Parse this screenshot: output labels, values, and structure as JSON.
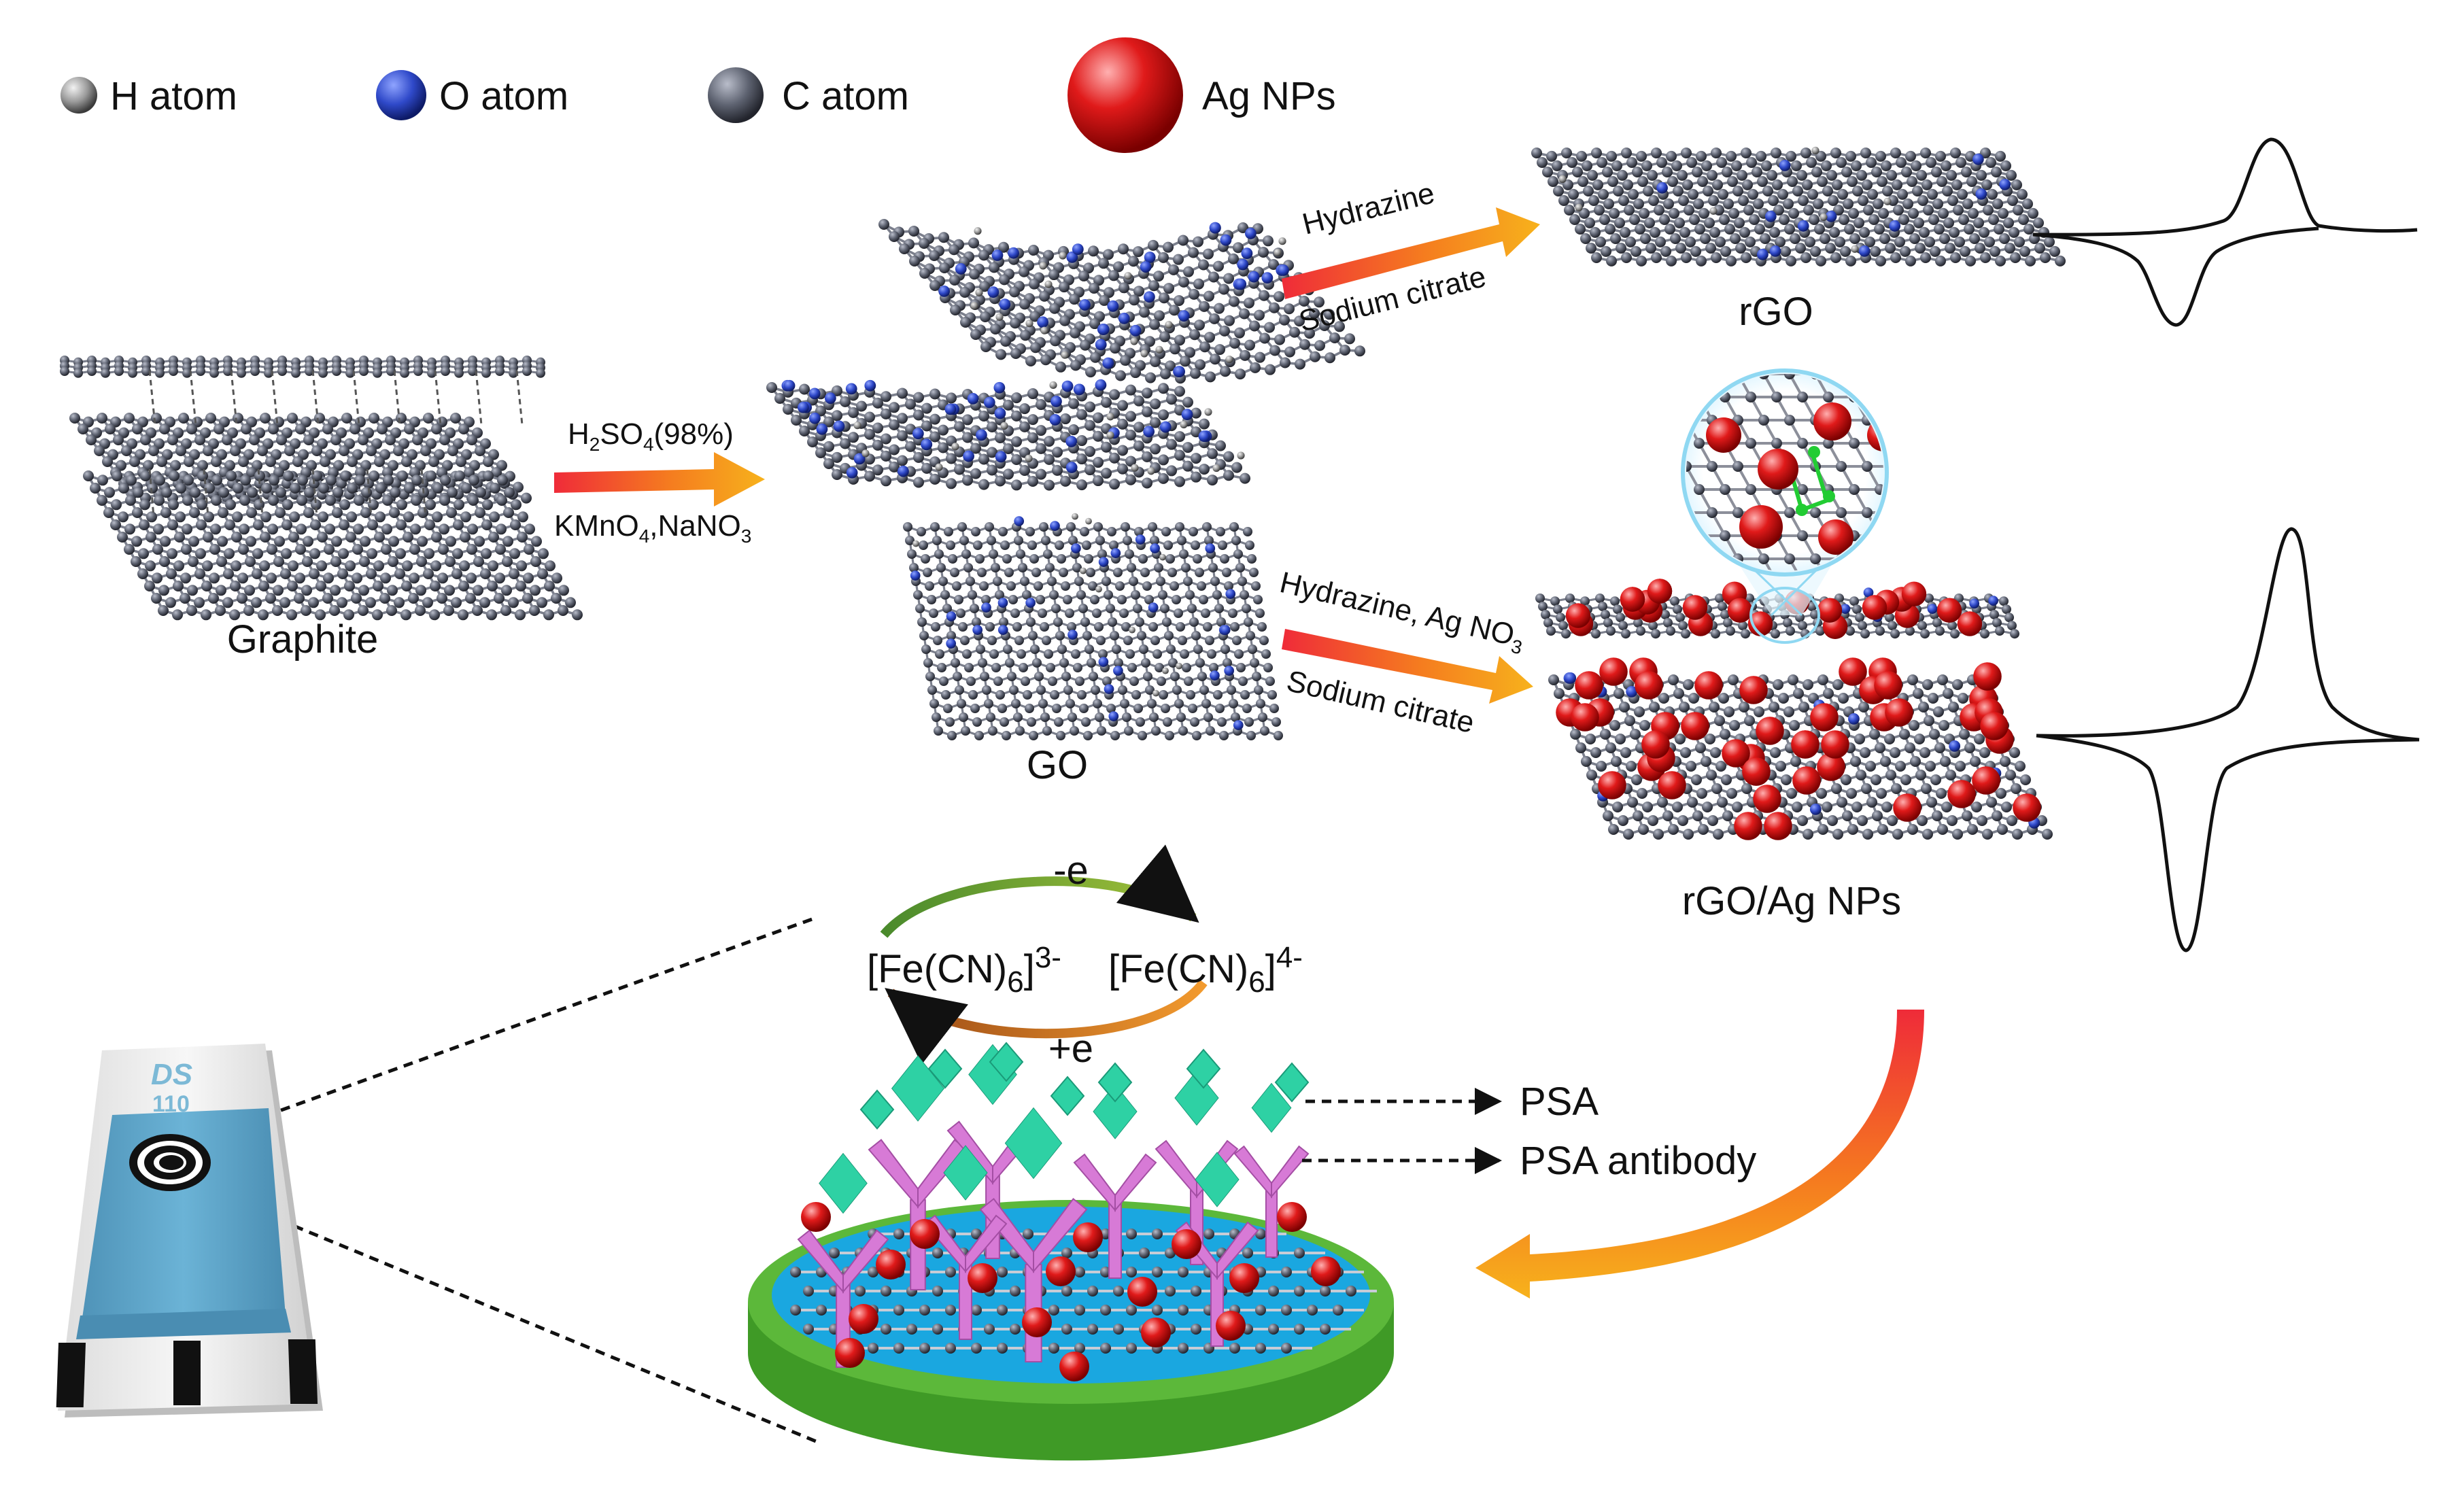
{
  "legend": {
    "h_atom": "H atom",
    "o_atom": "O atom",
    "c_atom": "C atom",
    "ag_nps": "Ag NPs"
  },
  "labels": {
    "graphite": "Graphite",
    "go": "GO",
    "rgo": "rGO",
    "rgo_ag": "rGO/Ag NPs",
    "psa": "PSA",
    "psa_antibody": "PSA antibody"
  },
  "arrows": {
    "oxidation_top_main": "H",
    "oxidation_top_sub1": "2",
    "oxidation_top_mid": "SO",
    "oxidation_top_sub2": "4",
    "oxidation_top_tail": "(98%)",
    "oxidation_bottom_main": "KMnO",
    "oxidation_bottom_sub1": "4",
    "oxidation_bottom_mid": ",NaNO",
    "oxidation_bottom_sub2": "3",
    "reduce_top": "Hydrazine",
    "reduce_bottom": "Sodium citrate",
    "reduce_ag_top_main": "Hydrazine, Ag NO",
    "reduce_ag_top_sub": "3",
    "reduce_ag_bottom": "Sodium citrate"
  },
  "redox": {
    "minus_e": "-e",
    "plus_e": "+e",
    "left_main": "[Fe(CN)",
    "left_sub": "6",
    "left_close": "]",
    "left_sup": "3-",
    "right_main": "[Fe(CN)",
    "right_sub": "6",
    "right_close": "]",
    "right_sup": "4-"
  },
  "electrode": {
    "brand": "DS",
    "model": "110"
  },
  "colors": {
    "carbon": "#5d6270",
    "oxygen": "#2f49c9",
    "hydrogen": "#9a9a9a",
    "silver": "#e01a1a",
    "electrode_blue": "#5aa5c8",
    "disk_green": "#5cb83a",
    "disk_blue": "#1aa7e0",
    "antibody": "#d77ad6",
    "antigen": "#2ed1a4"
  }
}
